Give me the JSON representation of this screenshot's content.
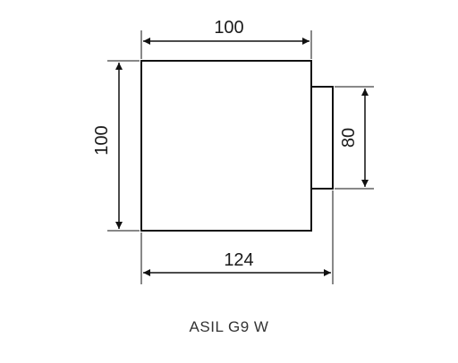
{
  "drawing": {
    "dimensions": {
      "top_width": "100",
      "left_height": "100",
      "right_height": "80",
      "bottom_width": "124"
    },
    "caption": "ASIL G9 W"
  }
}
